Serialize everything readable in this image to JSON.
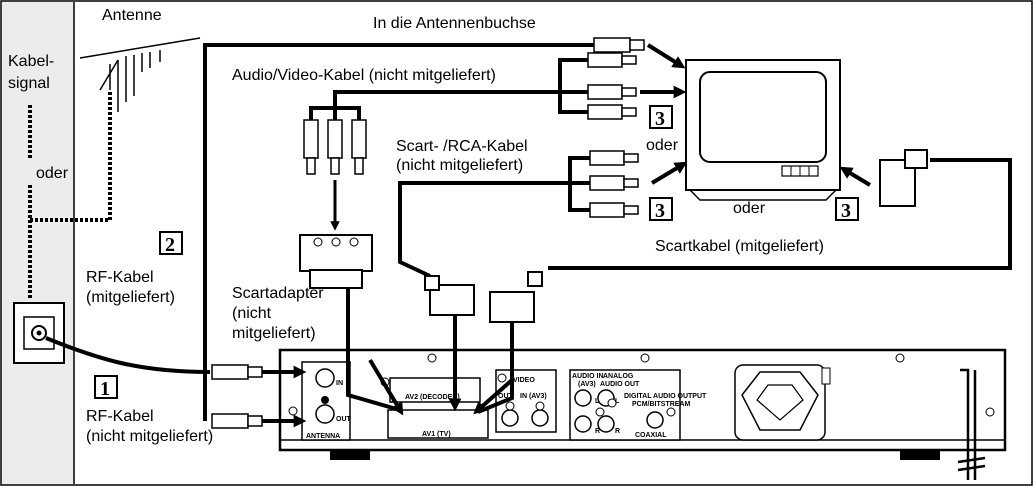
{
  "labels": {
    "antenne": "Antenne",
    "kabelsignal_1": "Kabel-",
    "kabelsignal_2": "signal",
    "oder_wall": "oder",
    "in_die_antennenbuchse": "In die Antennenbuchse",
    "av_kabel": "Audio/Video-Kabel (nicht mitgeliefert)",
    "scart_rca_1": "Scart- /RCA-Kabel",
    "scart_rca_2": "(nicht mitgeliefert)",
    "oder_tv_top": "oder",
    "oder_tv_bottom": "oder",
    "scartkabel": "Scartkabel (mitgeliefert)",
    "rf_kabel_mit_1": "RF-Kabel",
    "rf_kabel_mit_2": "(mitgeliefert)",
    "scartadapter_1": "Scartadapter",
    "scartadapter_2": "(nicht",
    "scartadapter_3": "mitgeliefert)",
    "rf_kabel_nicht_1": "RF-Kabel",
    "rf_kabel_nicht_2": "(nicht mitgeliefert)"
  },
  "steps": {
    "step1": "1",
    "step2": "2",
    "step3a": "3",
    "step3b": "3",
    "step3c": "3"
  },
  "panel": {
    "antenna_in": "IN",
    "antenna_out": "OUT",
    "antenna_title": "ANTENNA",
    "av2": "AV2 (DECODER)",
    "av1": "AV1 (TV)",
    "video": "VIDEO",
    "out": "OUT",
    "in_av3": "IN (AV3)",
    "audio_in": "AUDIO IN",
    "audio_in_sub": "(AV3)",
    "analog_audio_out_1": "ANALOG",
    "analog_audio_out_2": "AUDIO OUT",
    "digital_audio_1": "DIGITAL AUDIO OUTPUT",
    "digital_audio_2": "PCM/BITSTREAM",
    "coaxial": "COAXIAL",
    "L": "L",
    "R": "R"
  }
}
